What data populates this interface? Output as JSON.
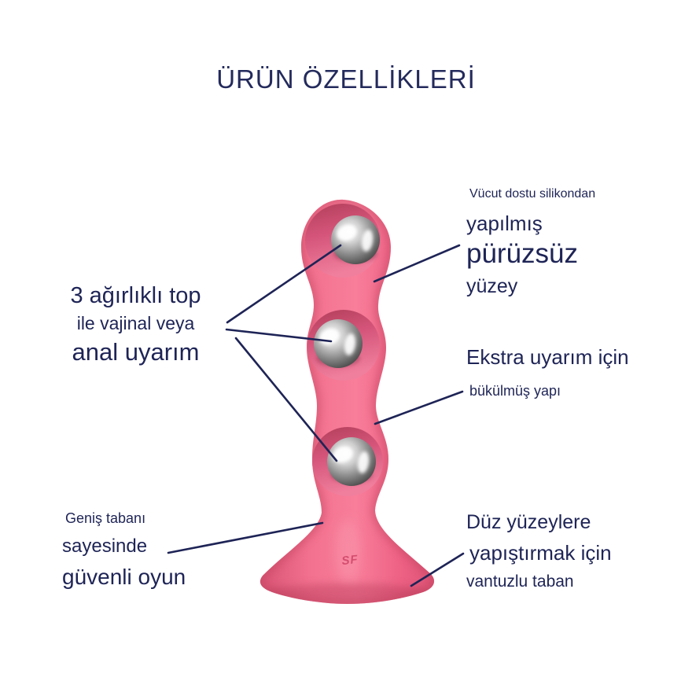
{
  "title": "ÜRÜN ÖZELLİKLERİ",
  "colors": {
    "text_navy": "#1e2456",
    "leader_line_navy": "#1e2456",
    "product_pink": "#ef6384",
    "product_pink_light": "#fa8ea6",
    "product_pink_dark": "#c84a68",
    "cup_shadow_pink": "#b84059",
    "ball_chrome_mid": "#8f8f8f",
    "background": "#ffffff"
  },
  "product": {
    "logo": "SF",
    "ball_count": "3"
  },
  "callouts": {
    "material": {
      "line1": "Vücut dostu silikondan",
      "line2": "yapılmış",
      "line3": "pürüzsüz",
      "line4": "yüzey"
    },
    "balls": {
      "line1": "3 ağırlıklı top",
      "line2": "ile vajinal veya",
      "line3": "anal uyarım"
    },
    "structure": {
      "line1": "Ekstra uyarım için",
      "line2": "bükülmüş yapı"
    },
    "base": {
      "line1": "Geniş tabanı",
      "line2": "sayesinde",
      "line3": "güvenli oyun"
    },
    "suction": {
      "line1": "Düz yüzeylere",
      "line2": "yapıştırmak için",
      "line3": "vantuzlu taban"
    }
  }
}
